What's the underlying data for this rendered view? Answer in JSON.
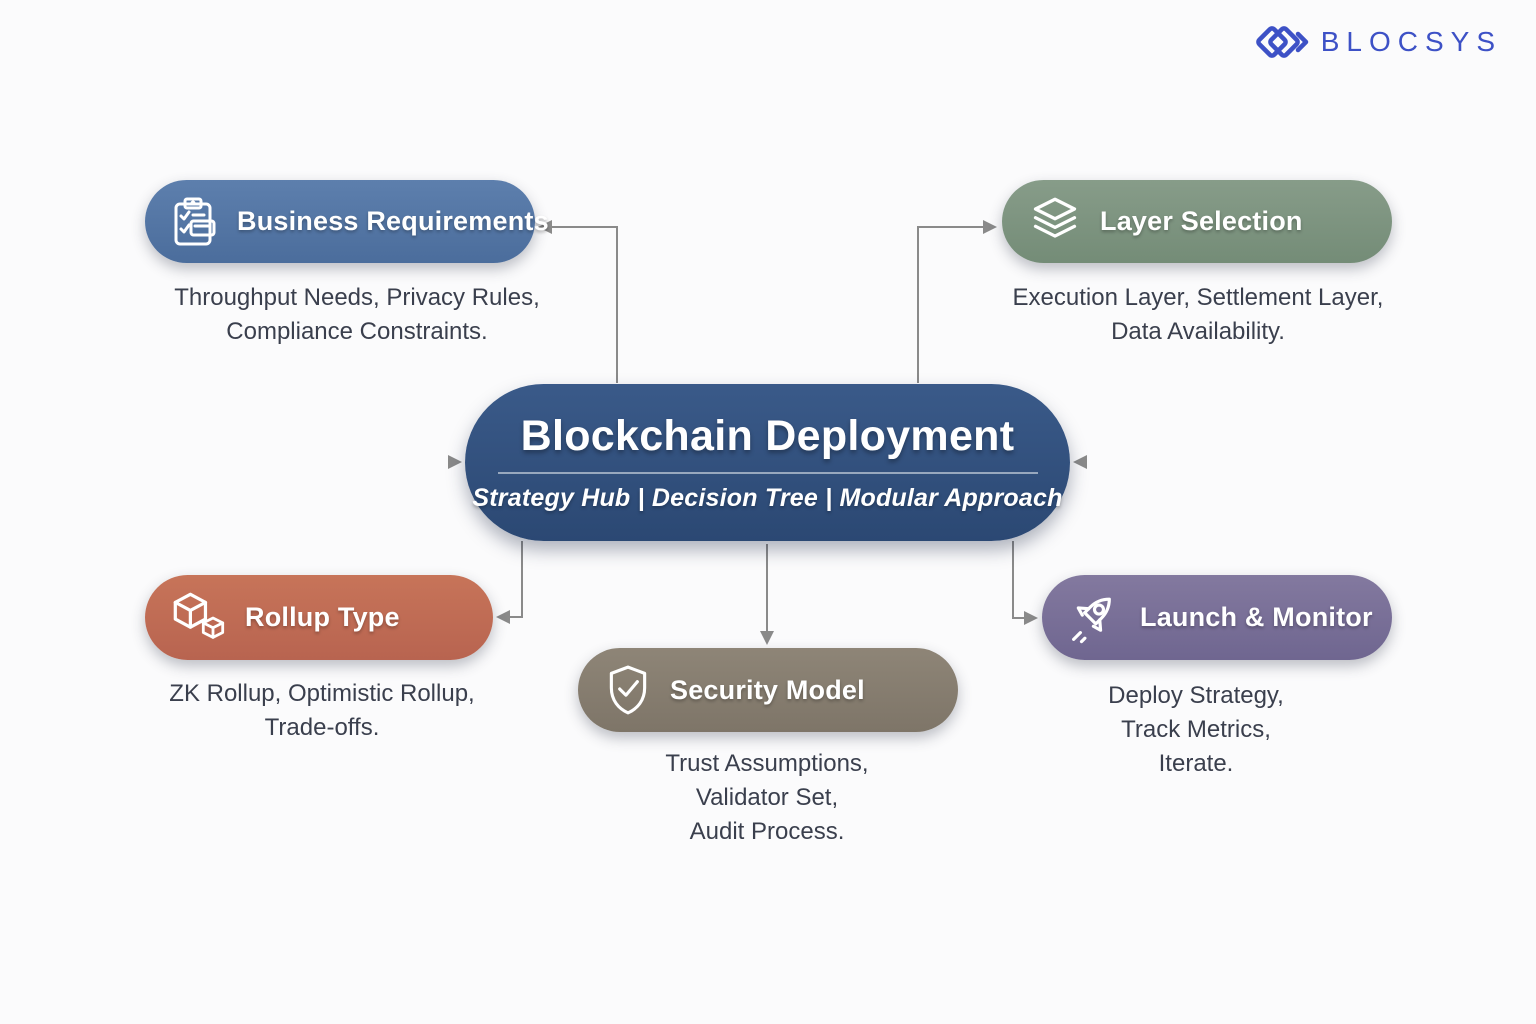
{
  "brand": {
    "name": "BLOCSYS",
    "color": "#3d51c6",
    "mark_icon": "overlapping-diamonds-logo"
  },
  "hub": {
    "title": "Blockchain Deployment",
    "subtitle": "Strategy Hub | Decision Tree | Modular Approach",
    "color": "#31517e"
  },
  "nodes": [
    {
      "id": "business-requirements",
      "label": "Business Requirements",
      "icon": "clipboard-checklist-icon",
      "color": "#53759f",
      "lines": [
        "Throughput Needs, Privacy Rules,",
        "Compliance Constraints."
      ]
    },
    {
      "id": "layer-selection",
      "label": "Layer Selection",
      "icon": "layers-icon",
      "color": "#7d947f",
      "lines": [
        "Execution Layer, Settlement Layer,",
        "Data Availability."
      ]
    },
    {
      "id": "rollup-type",
      "label": "Rollup Type",
      "icon": "cubes-icon",
      "color": "#bf6b55",
      "lines": [
        "ZK Rollup, Optimistic Rollup,",
        "Trade-offs."
      ]
    },
    {
      "id": "security-model",
      "label": "Security Model",
      "icon": "shield-check-icon",
      "color": "#877d70",
      "lines": [
        "Trust Assumptions,",
        "Validator Set,",
        "Audit Process."
      ]
    },
    {
      "id": "launch-monitor",
      "label": "Launch & Monitor",
      "icon": "rocket-icon",
      "color": "#7a7099",
      "lines": [
        "Deploy Strategy,",
        "Track Metrics,",
        "Iterate."
      ]
    }
  ],
  "connector_color": "#8a8a8a",
  "text_color": "#3a3f4d"
}
